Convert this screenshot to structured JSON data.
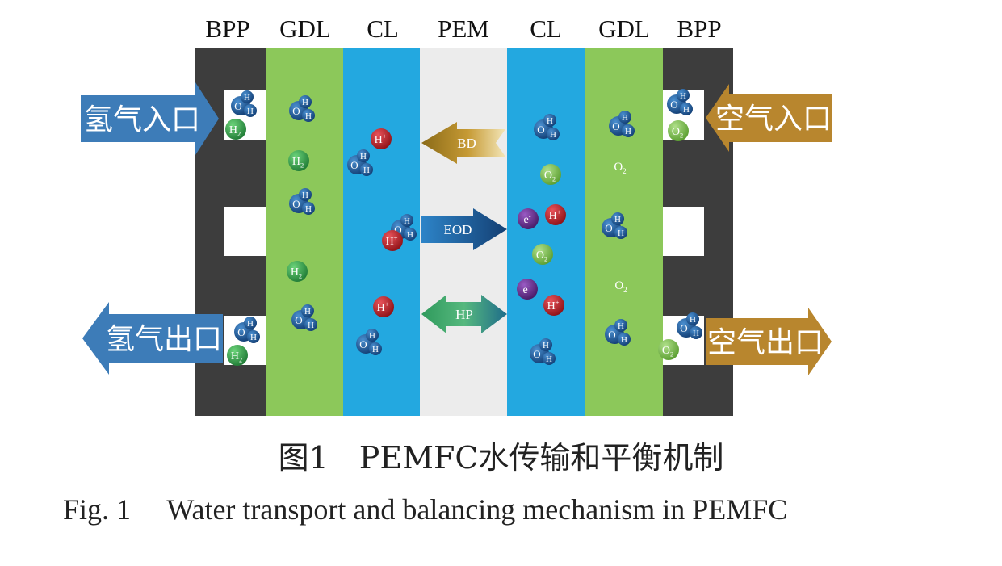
{
  "layers": [
    "BPP",
    "GDL",
    "CL",
    "PEM",
    "CL",
    "GDL",
    "BPP"
  ],
  "arrows": {
    "h2_inlet": "氢气入口",
    "h2_outlet": "氢气出口",
    "air_inlet": "空气入口",
    "air_outlet": "空气出口",
    "bd": "BD",
    "eod": "EOD",
    "hp": "HP"
  },
  "species": {
    "h_plus": "H",
    "h_plus_sup": "+",
    "e_minus": "e",
    "e_minus_sup": "-",
    "h2": "H",
    "h2_sub": "2",
    "o2": "O",
    "o2_sub": "2",
    "water_h": "H",
    "water_o": "O"
  },
  "caption": {
    "cn": "图1　PEMFC水传输和平衡机制",
    "en": "Fig. 1　 Water transport and balancing mechanism in PEMFC"
  },
  "colors": {
    "bpp": "#3d3d3d",
    "gdl": "#8cc85a",
    "cl": "#23a8e0",
    "pem": "#ececec",
    "h2_arrow": "#3d7cb8",
    "air_arrow": "#b8862e",
    "bd_arrow": "#a8801f",
    "eod_arrow": "#1f5f9e",
    "hp_arrow": "#3aa26a",
    "water": "#1f5a99",
    "h_plus": "#c8262c",
    "e_minus": "#6b2c91",
    "o2": "#7cc04a",
    "h2": "#3aa64a"
  }
}
